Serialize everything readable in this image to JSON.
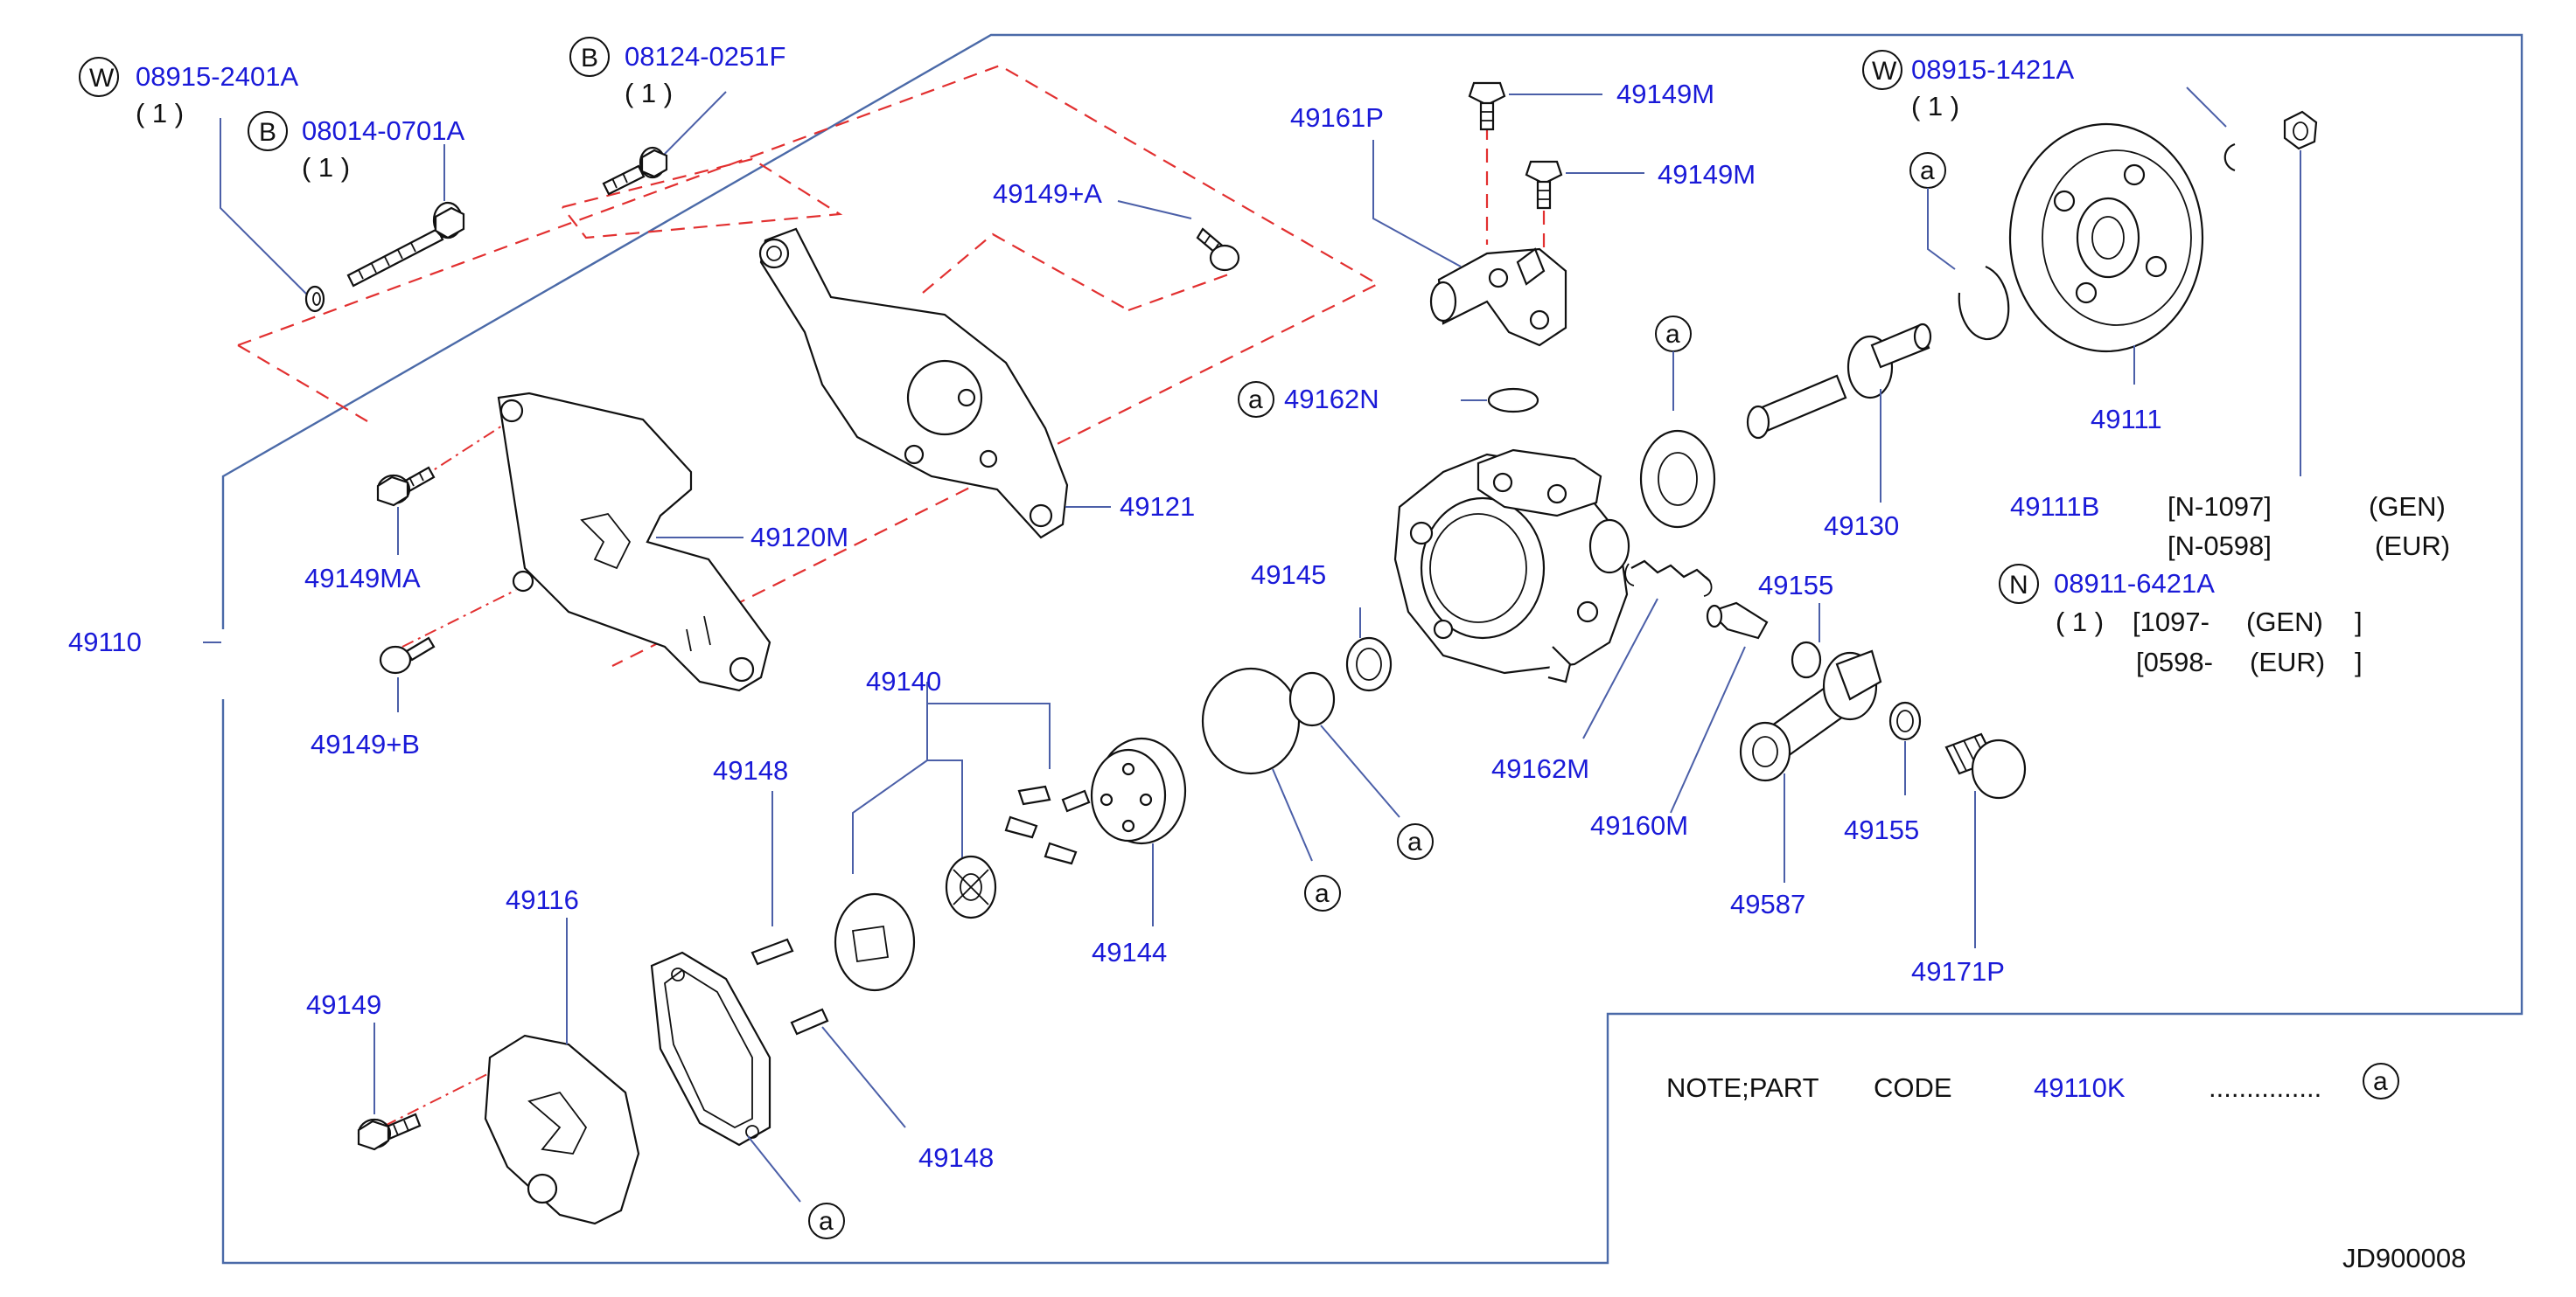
{
  "diagram": {
    "drawing_code": "JD900008",
    "note": {
      "prefix": "NOTE;PART",
      "code_word": "CODE",
      "part_code": "49110K",
      "dots": "...............",
      "symbol": "a"
    },
    "callout_symbol": "a",
    "fasteners": [
      {
        "prefix": "W",
        "code": "08915-2401A",
        "qty": "( 1 )"
      },
      {
        "prefix": "B",
        "code": "08014-0701A",
        "qty": "( 1 )"
      },
      {
        "prefix": "B",
        "code": "08124-0251F",
        "qty": "( 1 )"
      },
      {
        "prefix": "W",
        "code": "08915-1421A",
        "qty": "( 1 )"
      },
      {
        "prefix": "N",
        "code": "08911-6421A",
        "qty": "( 1 )"
      }
    ],
    "part_labels": {
      "p49110": "49110",
      "p49149MA": "49149MA",
      "p49149B": "49149+B",
      "p49120M": "49120M",
      "p49121": "49121",
      "p49149A": "49149+A",
      "p49161P": "49161P",
      "p49149M_1": "49149M",
      "p49149M_2": "49149M",
      "p49162N": "49162N",
      "p49145": "49145",
      "p49162M": "49162M",
      "p49160M": "49160M",
      "p49155_1": "49155",
      "p49155_2": "49155",
      "p49587": "49587",
      "p49171P": "49171P",
      "p49130": "49130",
      "p49111": "49111",
      "p49111B": "49111B",
      "p49140": "49140",
      "p49148_1": "49148",
      "p49148_2": "49148",
      "p49144": "49144",
      "p49116": "49116",
      "p49149": "49149"
    },
    "variants": {
      "r1_code": "[N-1097]",
      "r1_market": "(GEN)",
      "r2_code": "[N-0598]",
      "r2_market": "(EUR)",
      "n1_range": "[1097-",
      "n1_market": "(GEN)",
      "n1_close": "]",
      "n2_range": "[0598-",
      "n2_market": "(EUR)",
      "n2_close": "]"
    }
  }
}
